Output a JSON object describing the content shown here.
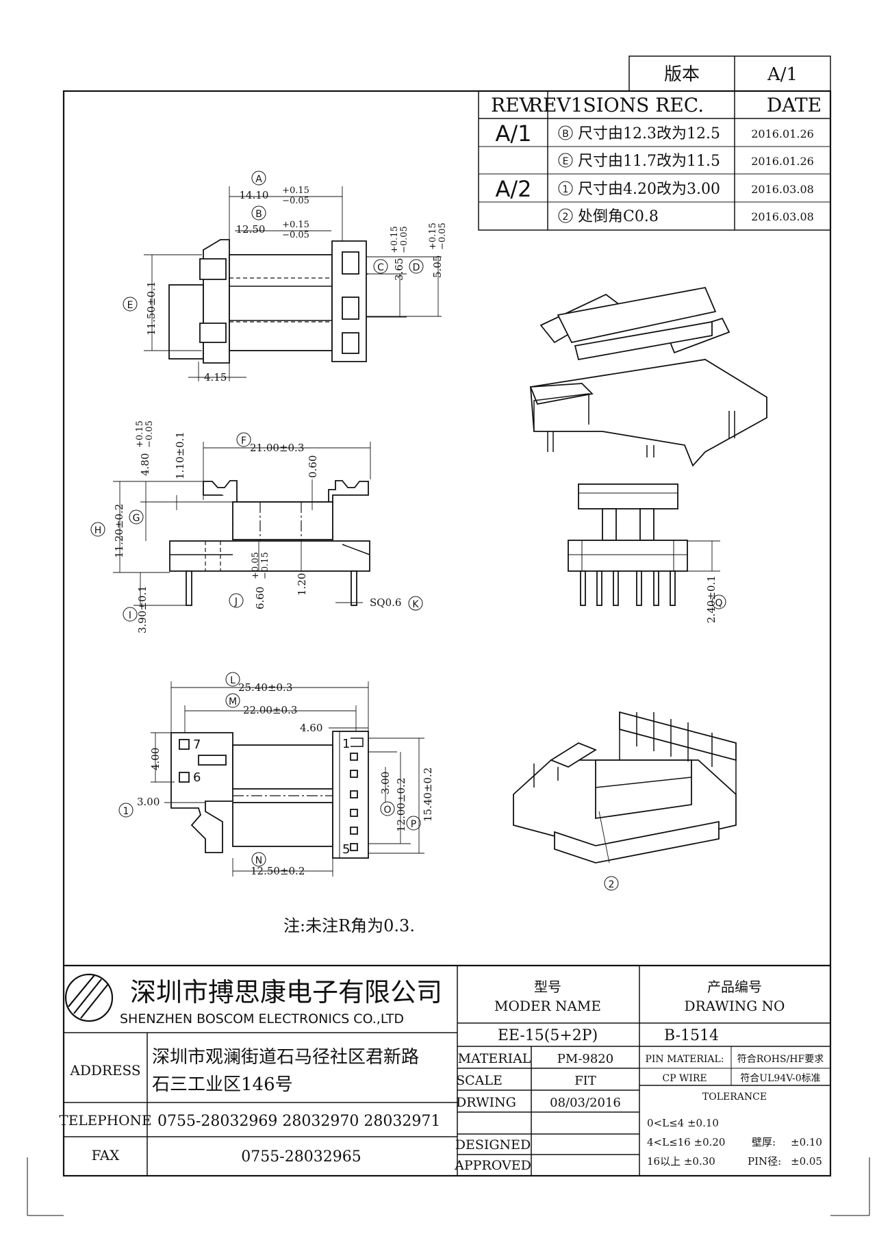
{
  "version_box": {
    "label": "版本",
    "value": "A/1"
  },
  "revisions": {
    "headers": {
      "rev": "REV.",
      "rec": "REV1SIONS REC.",
      "date": "DATE"
    },
    "rows": [
      {
        "rev": "A/1",
        "mark": "B",
        "text": "尺寸由12.3改为12.5",
        "date": "2016.01.26"
      },
      {
        "rev": "",
        "mark": "E",
        "text": "尺寸由11.7改为11.5",
        "date": "2016.01.26"
      },
      {
        "rev": "A/2",
        "mark": "1",
        "text": "尺寸由4.20改为3.00",
        "date": "2016.03.08"
      },
      {
        "rev": "",
        "mark": "2",
        "text": "处倒角C0.8",
        "date": "2016.03.08"
      }
    ]
  },
  "dimensions": {
    "top_view": {
      "A": {
        "mark": "A",
        "value": "14.10",
        "tol_plus": "+0.15",
        "tol_minus": "−0.05"
      },
      "B": {
        "mark": "B",
        "value": "12.50",
        "tol_plus": "+0.15",
        "tol_minus": "−0.05"
      },
      "C": {
        "mark": "C",
        "value": "3.65",
        "tol_plus": "+0.15",
        "tol_minus": "−0.05"
      },
      "D": {
        "mark": "D",
        "value": "5.05",
        "tol_plus": "+0.15",
        "tol_minus": "−0.05"
      },
      "E": {
        "mark": "E",
        "value": "11.50±0.1"
      },
      "w": {
        "value": "4.15"
      }
    },
    "side_view": {
      "F": {
        "mark": "F",
        "value": "21.00±0.3"
      },
      "G": {
        "mark": "G",
        "value": "4.80",
        "tol_plus": "+0.15",
        "tol_minus": "−0.05"
      },
      "H": {
        "mark": "H",
        "value": "11.20±0.2"
      },
      "I": {
        "mark": "I",
        "value": "3.90±0.1"
      },
      "J": {
        "mark": "J",
        "value": "6.60",
        "tol_plus": "+0.05",
        "tol_minus": "−0.15"
      },
      "K": {
        "mark": "K",
        "value": "SQ0.6"
      },
      "t1": {
        "value": "1.10±0.1"
      },
      "t2": {
        "value": "0.60"
      },
      "t3": {
        "value": "1.20"
      }
    },
    "end_view": {
      "Q": {
        "mark": "Q",
        "value": "2.40±0.1"
      }
    },
    "bottom_view": {
      "L": {
        "mark": "L",
        "value": "25.40±0.3"
      },
      "M": {
        "mark": "M",
        "value": "22.00±0.3"
      },
      "N": {
        "mark": "N",
        "value": "12.50±0.2"
      },
      "O": {
        "mark": "O",
        "value": "12.00±0.2"
      },
      "P": {
        "mark": "P",
        "value": "15.40±0.2"
      },
      "one": {
        "mark": "1",
        "value": "3.00"
      },
      "s1": {
        "value": "4.60"
      },
      "s2": {
        "value": "4.00"
      },
      "s3": {
        "value": "3.00"
      },
      "pins": [
        "1",
        "5",
        "6",
        "7"
      ]
    },
    "callout_2": {
      "mark": "2"
    }
  },
  "note": "注:未注R角为0.3.",
  "title_block": {
    "company_cn": "深圳市搏思康电子有限公司",
    "company_en": "SHENZHEN BOSCOM ELECTRONICS CO.,LTD",
    "address_label": "ADDRESS",
    "address_line1": "深圳市观澜街道石马径社区君新路",
    "address_line2": "石三工业区146号",
    "telephone_label": "TELEPHONE",
    "telephone": "0755-28032969 28032970 28032971",
    "fax_label": "FAX",
    "fax": "0755-28032965",
    "model_label_cn": "型号",
    "model_label_en": "MODER NAME",
    "model": "EE-15(5+2P)",
    "drawing_label_cn": "产品编号",
    "drawing_label_en": "DRAWING NO",
    "drawing_no": "B-1514",
    "material_label": "MATERIAL",
    "material": "PM-9820",
    "scale_label": "SCALE",
    "scale": "FIT",
    "drawing_date_label": "DRWING",
    "drawing_date": "08/03/2016",
    "designed_label": "DESIGNED",
    "approved_label": "APPROVED",
    "pin_material_label": "PIN MATERIAL:",
    "pin_material_value": "CP WIRE",
    "rohs": "符合ROHS/HF要求",
    "ul": "符合UL94V-0标准",
    "tolerance_label": "TOLERANCE",
    "tol_row1": "0<L≤4  ±0.10",
    "tol_row2": "4<L≤16  ±0.20",
    "tol_row3": "16以上   ±0.30",
    "wall_label": "壁厚:",
    "wall_value": "±0.10",
    "pin_dia_label": "PIN径:",
    "pin_dia_value": "±0.05"
  }
}
